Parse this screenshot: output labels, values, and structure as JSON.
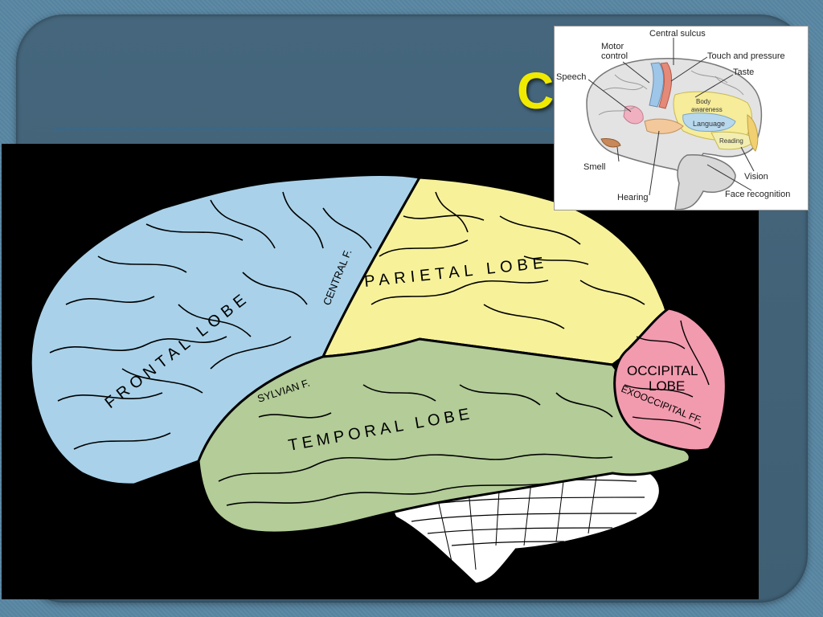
{
  "slide": {
    "title": "C"
  },
  "main_diagram": {
    "labels": {
      "frontal": "FRONTAL LOBE",
      "parietal": "PARIETAL LOBE",
      "temporal": "TEMPORAL LOBE",
      "occipital_line1": "OCCIPITAL",
      "occipital_line2": "LOBE",
      "central_fissure": "CENTRAL F.",
      "sylvian_fissure": "SYLVIAN F.",
      "exooccipital": "EXOOCCIPITAL FF."
    },
    "colors": {
      "frontal": "#a9d2ea",
      "parietal": "#f7f29a",
      "temporal": "#b3cc98",
      "occipital": "#f29aae",
      "cerebellum": "#ffffff",
      "background": "#000000"
    }
  },
  "inset_diagram": {
    "labels": {
      "central_sulcus": "Central sulcus",
      "motor_control_1": "Motor",
      "motor_control_2": "control",
      "touch_pressure": "Touch and pressure",
      "taste": "Taste",
      "speech": "Speech",
      "body_awareness_1": "Body",
      "body_awareness_2": "awareness",
      "language": "Language",
      "reading": "Reading",
      "smell": "Smell",
      "vision": "Vision",
      "hearing": "Hearing",
      "face_recognition": "Face recognition"
    }
  }
}
